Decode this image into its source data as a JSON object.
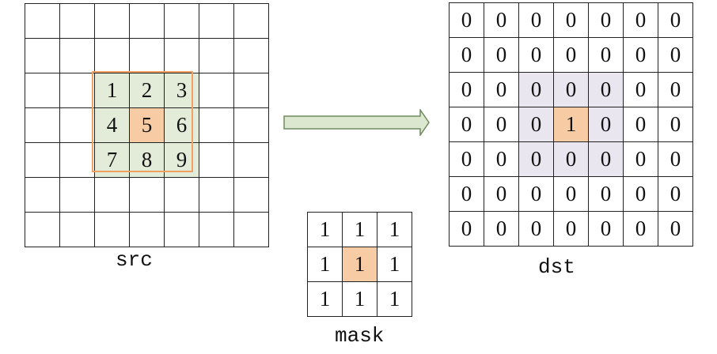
{
  "labels": {
    "src": "src",
    "mask": "mask",
    "dst": "dst"
  },
  "src": {
    "rows": 7,
    "cols": 7,
    "values": [
      [
        "",
        "",
        "",
        "",
        "",
        "",
        ""
      ],
      [
        "",
        "",
        "",
        "",
        "",
        "",
        ""
      ],
      [
        "",
        "",
        "1",
        "2",
        "3",
        "",
        ""
      ],
      [
        "",
        "",
        "4",
        "5",
        "6",
        "",
        ""
      ],
      [
        "",
        "",
        "7",
        "8",
        "9",
        "",
        ""
      ],
      [
        "",
        "",
        "",
        "",
        "",
        "",
        ""
      ],
      [
        "",
        "",
        "",
        "",
        "",
        "",
        ""
      ]
    ]
  },
  "mask": {
    "values": [
      [
        "1",
        "1",
        "1"
      ],
      [
        "1",
        "1",
        "1"
      ],
      [
        "1",
        "1",
        "1"
      ]
    ]
  },
  "dst": {
    "values": [
      [
        "0",
        "0",
        "0",
        "0",
        "0",
        "0",
        "0"
      ],
      [
        "0",
        "0",
        "0",
        "0",
        "0",
        "0",
        "0"
      ],
      [
        "0",
        "0",
        "0",
        "0",
        "0",
        "0",
        "0"
      ],
      [
        "0",
        "0",
        "0",
        "1",
        "0",
        "0",
        "0"
      ],
      [
        "0",
        "0",
        "0",
        "0",
        "0",
        "0",
        "0"
      ],
      [
        "0",
        "0",
        "0",
        "0",
        "0",
        "0",
        "0"
      ],
      [
        "0",
        "0",
        "0",
        "0",
        "0",
        "0",
        "0"
      ]
    ]
  },
  "colors": {
    "highlight_green": "#e3ecd9",
    "highlight_orange": "#f7cba3",
    "highlight_lavender": "#e9e6ef",
    "box_orange": "#f0a060",
    "arrow_fill": "#dbe8cf",
    "arrow_stroke": "#6f8a5e"
  }
}
